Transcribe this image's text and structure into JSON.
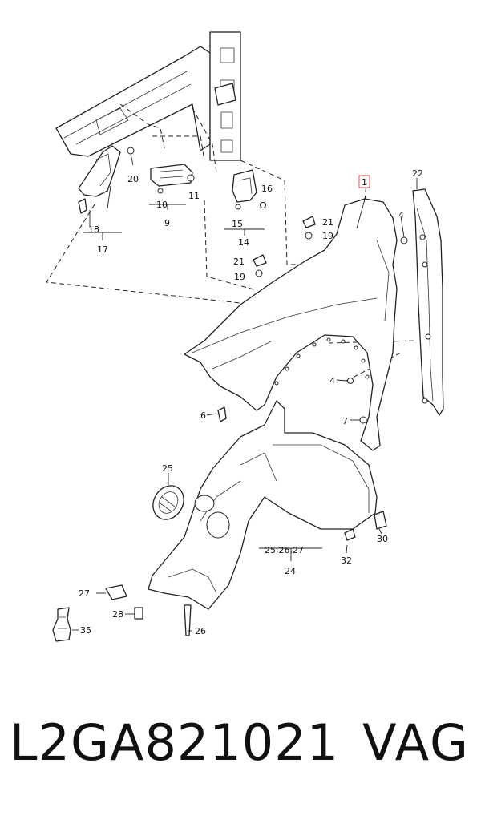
{
  "callouts": {
    "c1": "1",
    "c4a": "4",
    "c4b": "4",
    "c6": "6",
    "c7": "7",
    "c9": "9",
    "c10": "10",
    "c11": "11",
    "c14": "14",
    "c15": "15",
    "c16": "16",
    "c17": "17",
    "c18": "18",
    "c19a": "19",
    "c19b": "19",
    "c20": "20",
    "c21a": "21",
    "c21b": "21",
    "c22": "22",
    "c24": "24",
    "c24group": "25,26,27",
    "c25": "25",
    "c26": "26",
    "c27": "27",
    "c28": "28",
    "c30": "30",
    "c32": "32",
    "c35": "35"
  },
  "colors": {
    "highlight_box": "#e05050",
    "line": "#222222"
  },
  "footer": {
    "part_number": "L2GA821021",
    "brand": "VAG"
  }
}
